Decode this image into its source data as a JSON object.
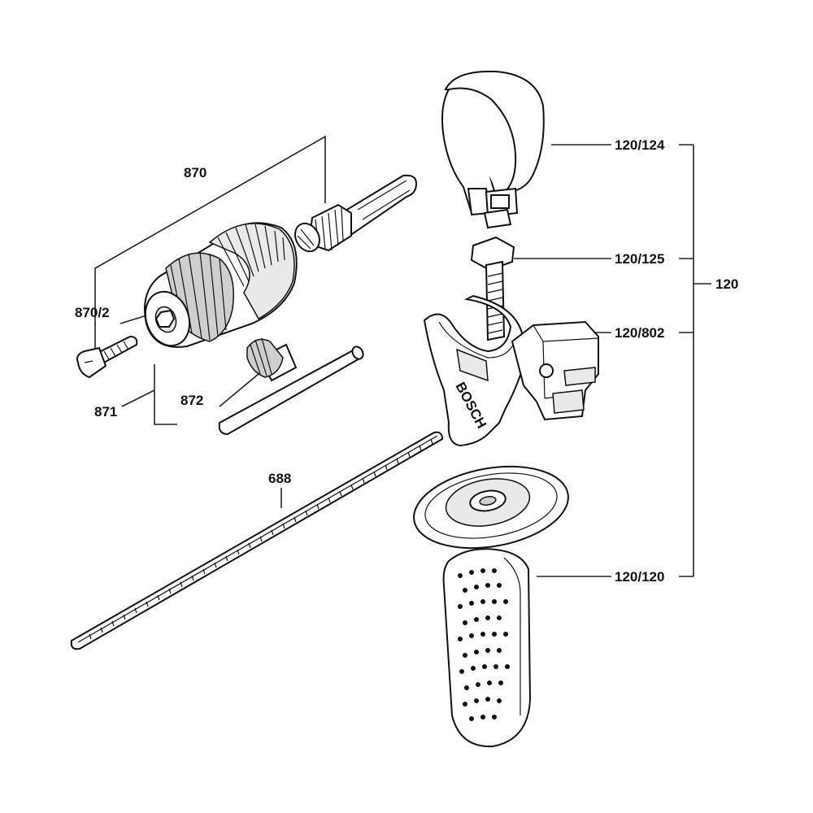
{
  "labels": {
    "p870": "870",
    "p870_2": "870/2",
    "p871": "871",
    "p872": "872",
    "p688": "688",
    "p120_124": "120/124",
    "p120_125": "120/125",
    "p120_802": "120/802",
    "p120_120": "120/120",
    "p120": "120"
  },
  "logo_text": "BOSCH"
}
